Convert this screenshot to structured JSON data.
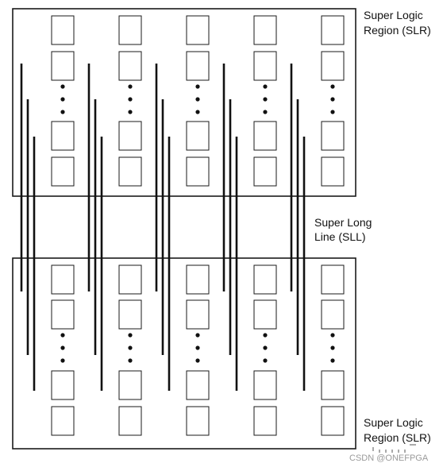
{
  "labels": {
    "top_region_line1": "Super Logic",
    "top_region_line2": "Region (SLR)",
    "sll_line1": "Super Long",
    "sll_line2": "Line (SLL)",
    "bottom_region_line1": "Super Logic",
    "bottom_region_line2": "Region (SLR)"
  },
  "watermark": "CSDN @ONEFPGA",
  "regions": [
    {
      "id": "top",
      "columns": 5,
      "blocks_above_dots": 2,
      "dots": 3,
      "blocks_below_dots": 2
    },
    {
      "id": "bottom",
      "columns": 5,
      "blocks_above_dots": 2,
      "dots": 3,
      "blocks_below_dots": 2
    }
  ],
  "sll_groups": 5,
  "wires_per_group": 3,
  "colors": {
    "line": "#111111",
    "background": "#ffffff",
    "watermark": "#9a9a9a"
  }
}
